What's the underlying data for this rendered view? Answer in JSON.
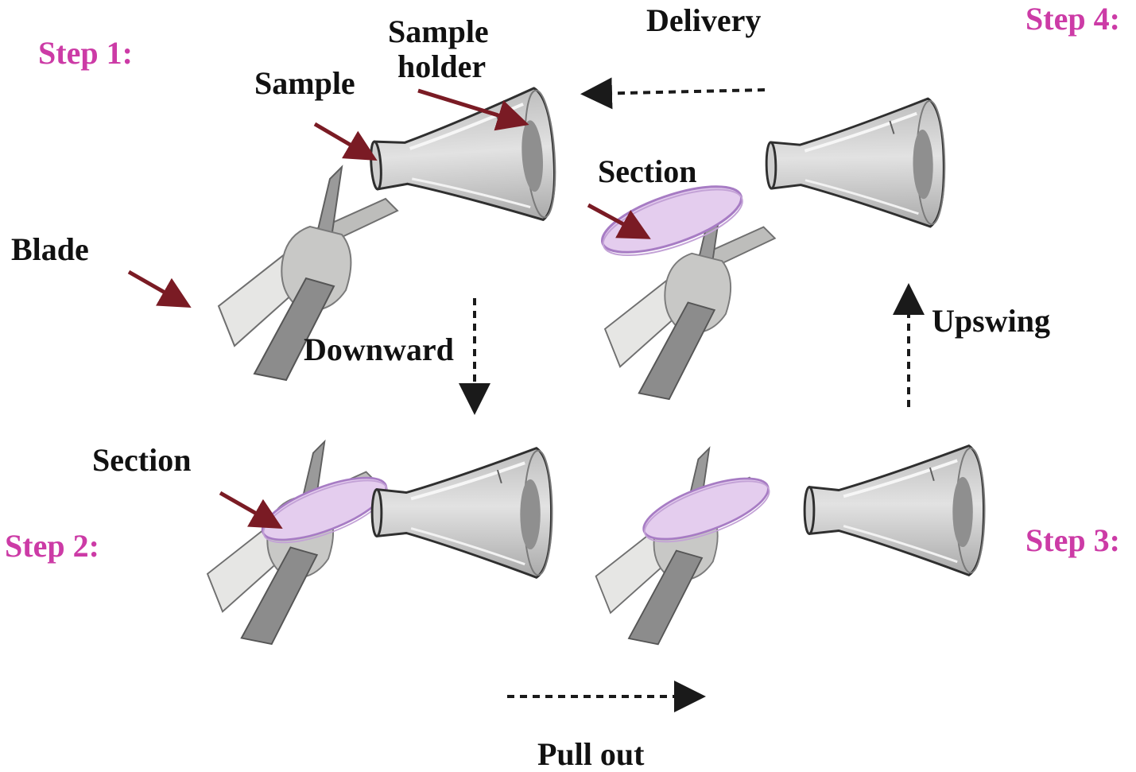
{
  "colors": {
    "step": "#cc3ba6",
    "pointer": "#7a1b24",
    "flow_arrow": "#1a1a1a",
    "holder_fill": "#d4d4d4",
    "holder_stroke": "#333333",
    "section_fill": "#e4cdee",
    "section_stroke": "#a77cc4",
    "blade_light": "#e6e6e4",
    "blade_mid": "#bdbdbb",
    "blade_dark": "#8c8c8c"
  },
  "steps": {
    "step1": "Step 1:",
    "step2": "Step 2:",
    "step3": "Step 3:",
    "step4": "Step 4:"
  },
  "labels": {
    "sample": "Sample",
    "sample_holder_line1": "Sample",
    "sample_holder_line2": "holder",
    "blade": "Blade",
    "section_step2": "Section",
    "section_step4": "Section"
  },
  "arrows": {
    "downward": "Downward",
    "pull_out": "Pull out",
    "upswing": "Upswing",
    "delivery": "Delivery"
  },
  "icons": {
    "sample_holder": "funnel-icon",
    "blade": "blade-assembly-icon",
    "section": "tissue-section-disc-icon"
  }
}
